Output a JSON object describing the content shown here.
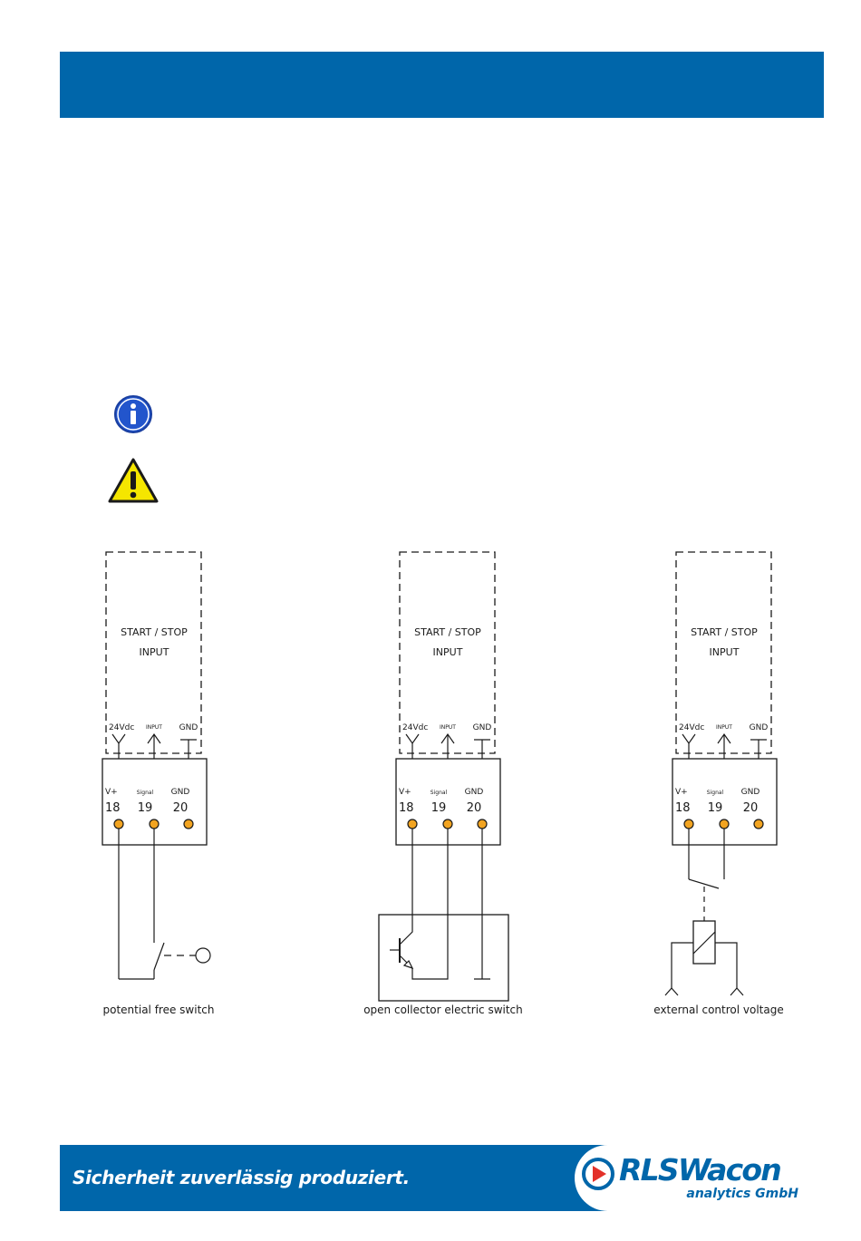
{
  "colors": {
    "brand_blue": "#0066aa",
    "terminal_orange": "#f2a421",
    "info_blue": "#2255cc",
    "warning_yellow": "#f5e600",
    "logo_red": "#e3312a"
  },
  "icons": {
    "info": "info-icon",
    "warning": "warning-icon"
  },
  "diagrams": [
    {
      "module_title": "START / STOP",
      "module_subtitle": "INPUT",
      "pin_labels": [
        "24Vdc",
        "INPUT",
        "GND"
      ],
      "terminal_labels": [
        "V+",
        "Signal",
        "GND"
      ],
      "terminal_numbers": [
        "18",
        "19",
        "20"
      ],
      "caption": "potential free switch"
    },
    {
      "module_title": "START / STOP",
      "module_subtitle": "INPUT",
      "pin_labels": [
        "24Vdc",
        "INPUT",
        "GND"
      ],
      "terminal_labels": [
        "V+",
        "Signal",
        "GND"
      ],
      "terminal_numbers": [
        "18",
        "19",
        "20"
      ],
      "caption": "open collector electric switch"
    },
    {
      "module_title": "START / STOP",
      "module_subtitle": "INPUT",
      "pin_labels": [
        "24Vdc",
        "INPUT",
        "GND"
      ],
      "terminal_labels": [
        "V+",
        "Signal",
        "GND"
      ],
      "terminal_numbers": [
        "18",
        "19",
        "20"
      ],
      "caption": "external control voltage"
    }
  ],
  "footer": {
    "slogan": "Sicherheit zuverlässig produziert.",
    "logo_part1": "RLS",
    "logo_part2": "Wacon",
    "logo_sub": "analytics GmbH"
  }
}
